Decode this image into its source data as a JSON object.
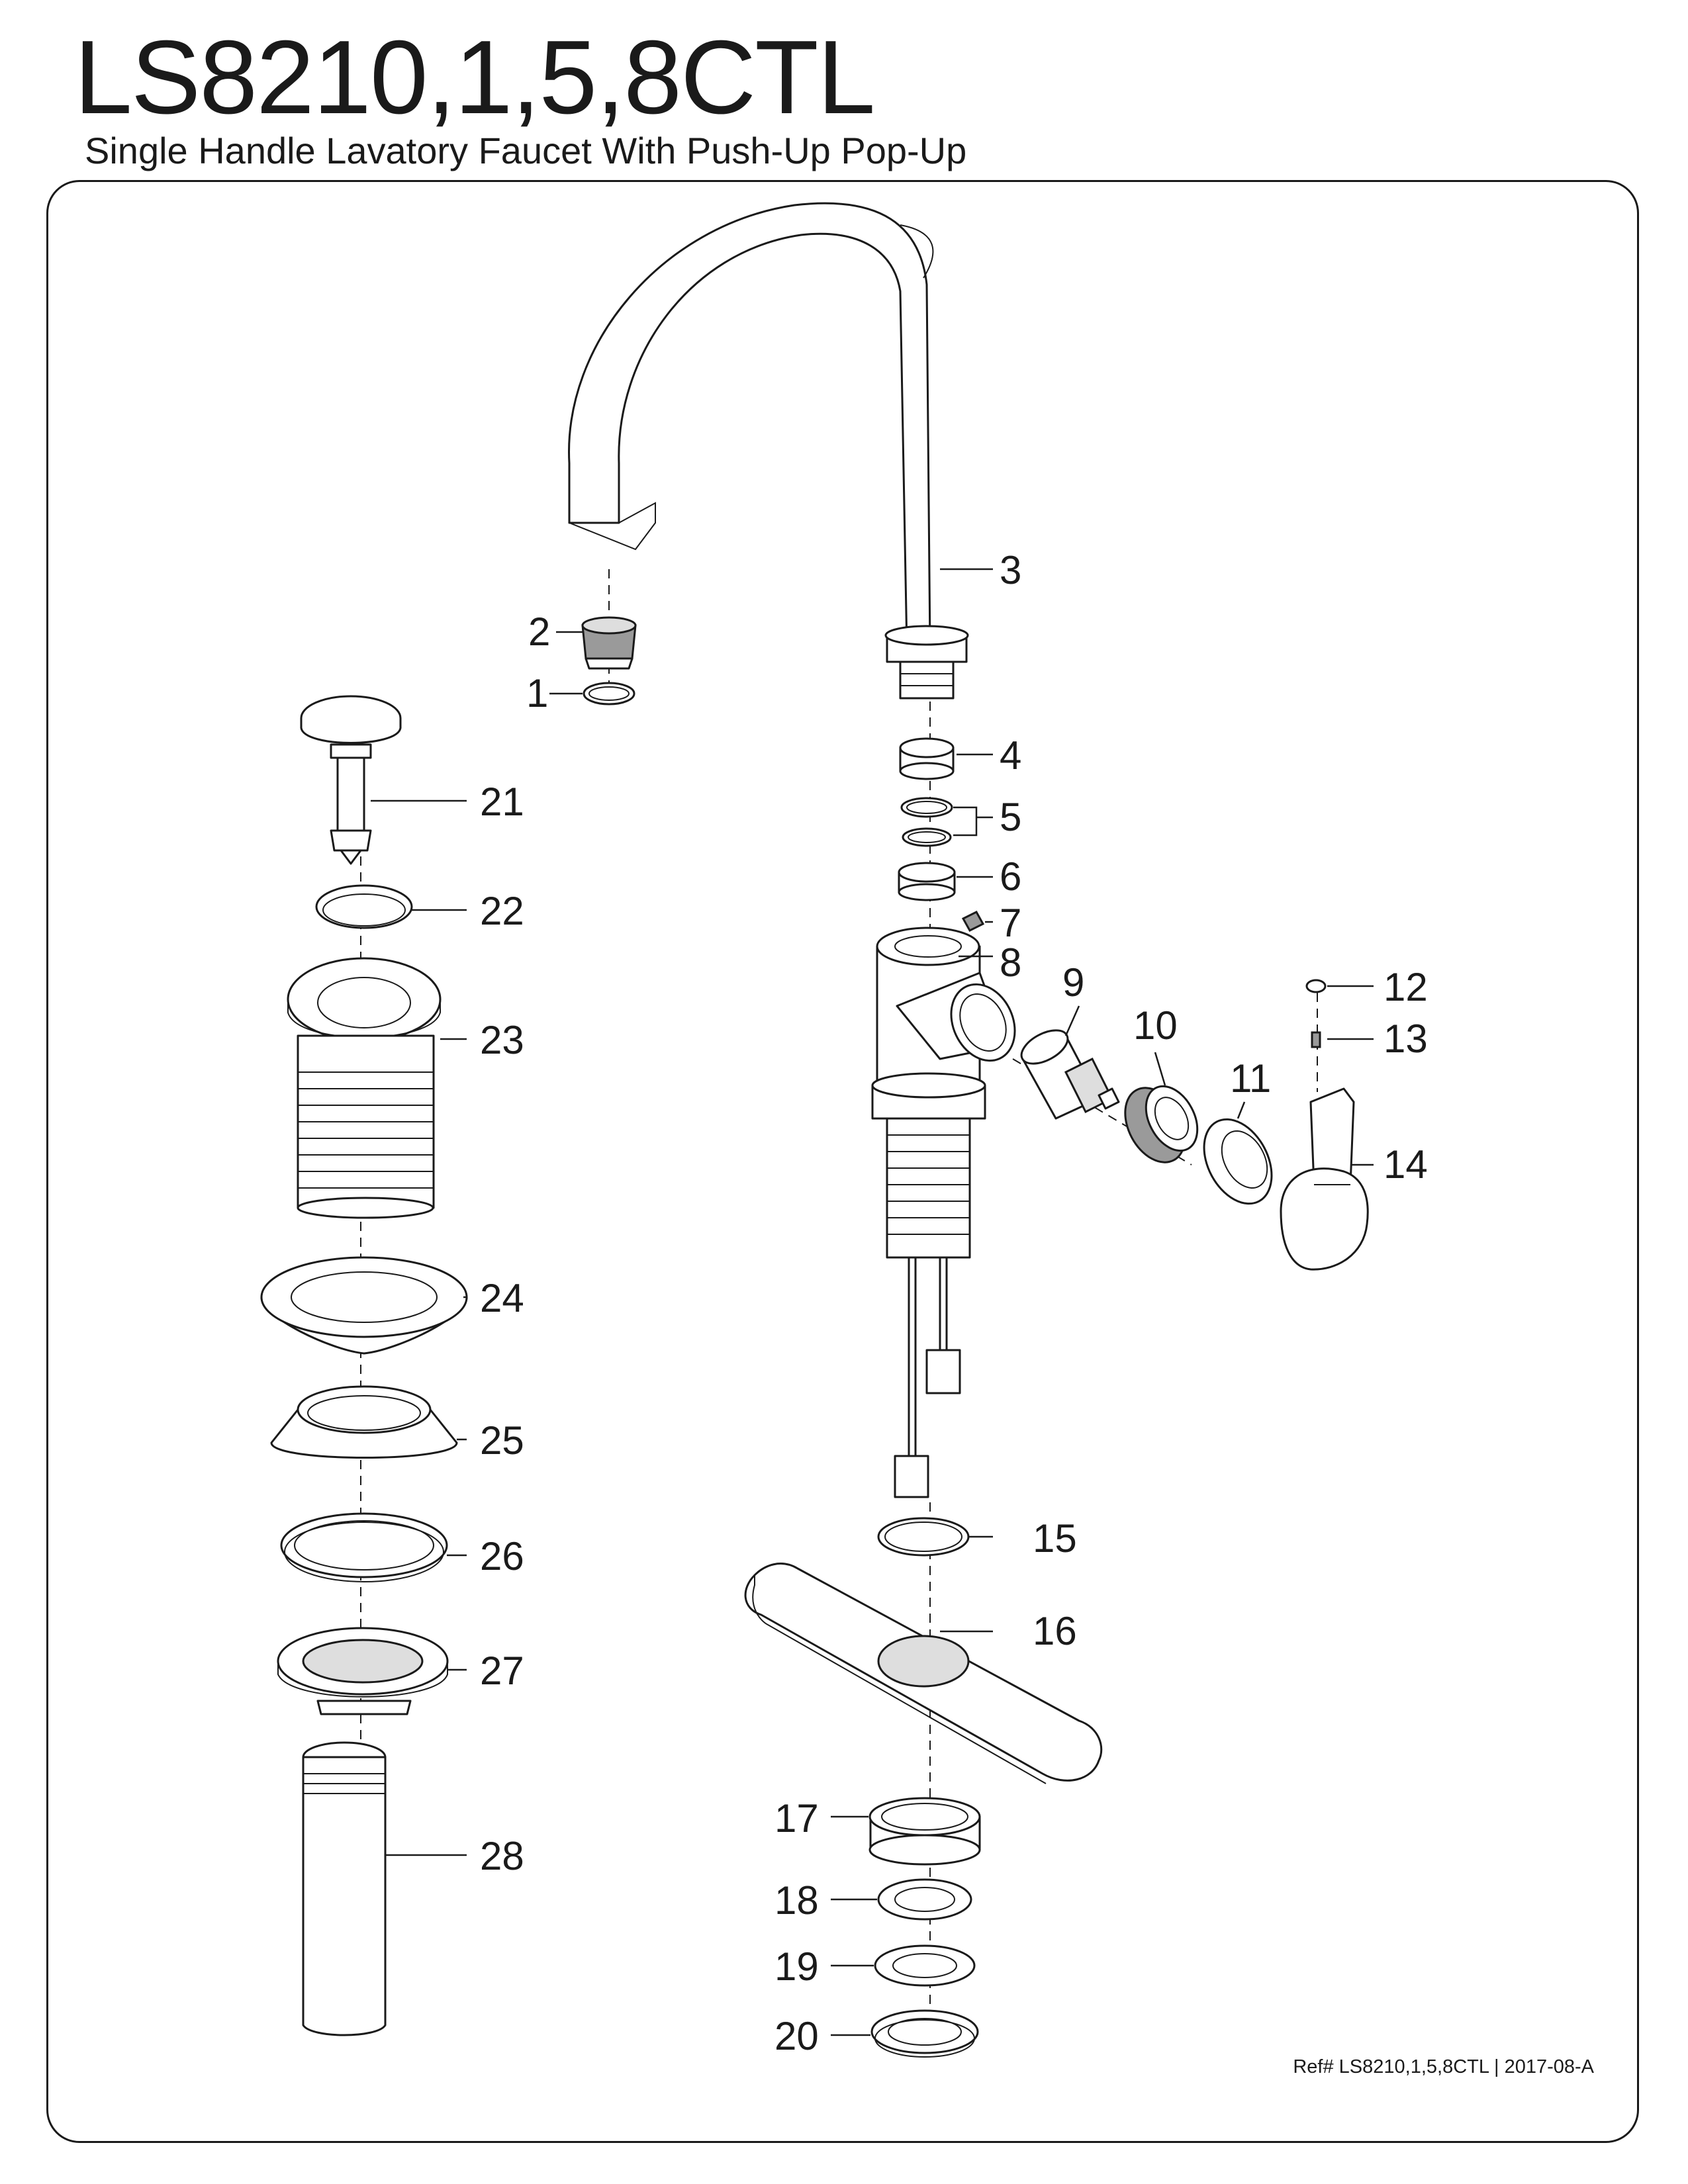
{
  "header": {
    "model": "LS8210,1,5,8CTL",
    "description": "Single Handle Lavatory Faucet With Push-Up Pop-Up"
  },
  "callouts": [
    "1",
    "2",
    "3",
    "4",
    "5",
    "6",
    "7",
    "8",
    "9",
    "10",
    "11",
    "12",
    "13",
    "14",
    "15",
    "16",
    "17",
    "18",
    "19",
    "20",
    "21",
    "22",
    "23",
    "24",
    "25",
    "26",
    "27",
    "28"
  ],
  "footer": {
    "reference": "Ref# LS8210,1,5,8CTL | 2017-08-A"
  }
}
